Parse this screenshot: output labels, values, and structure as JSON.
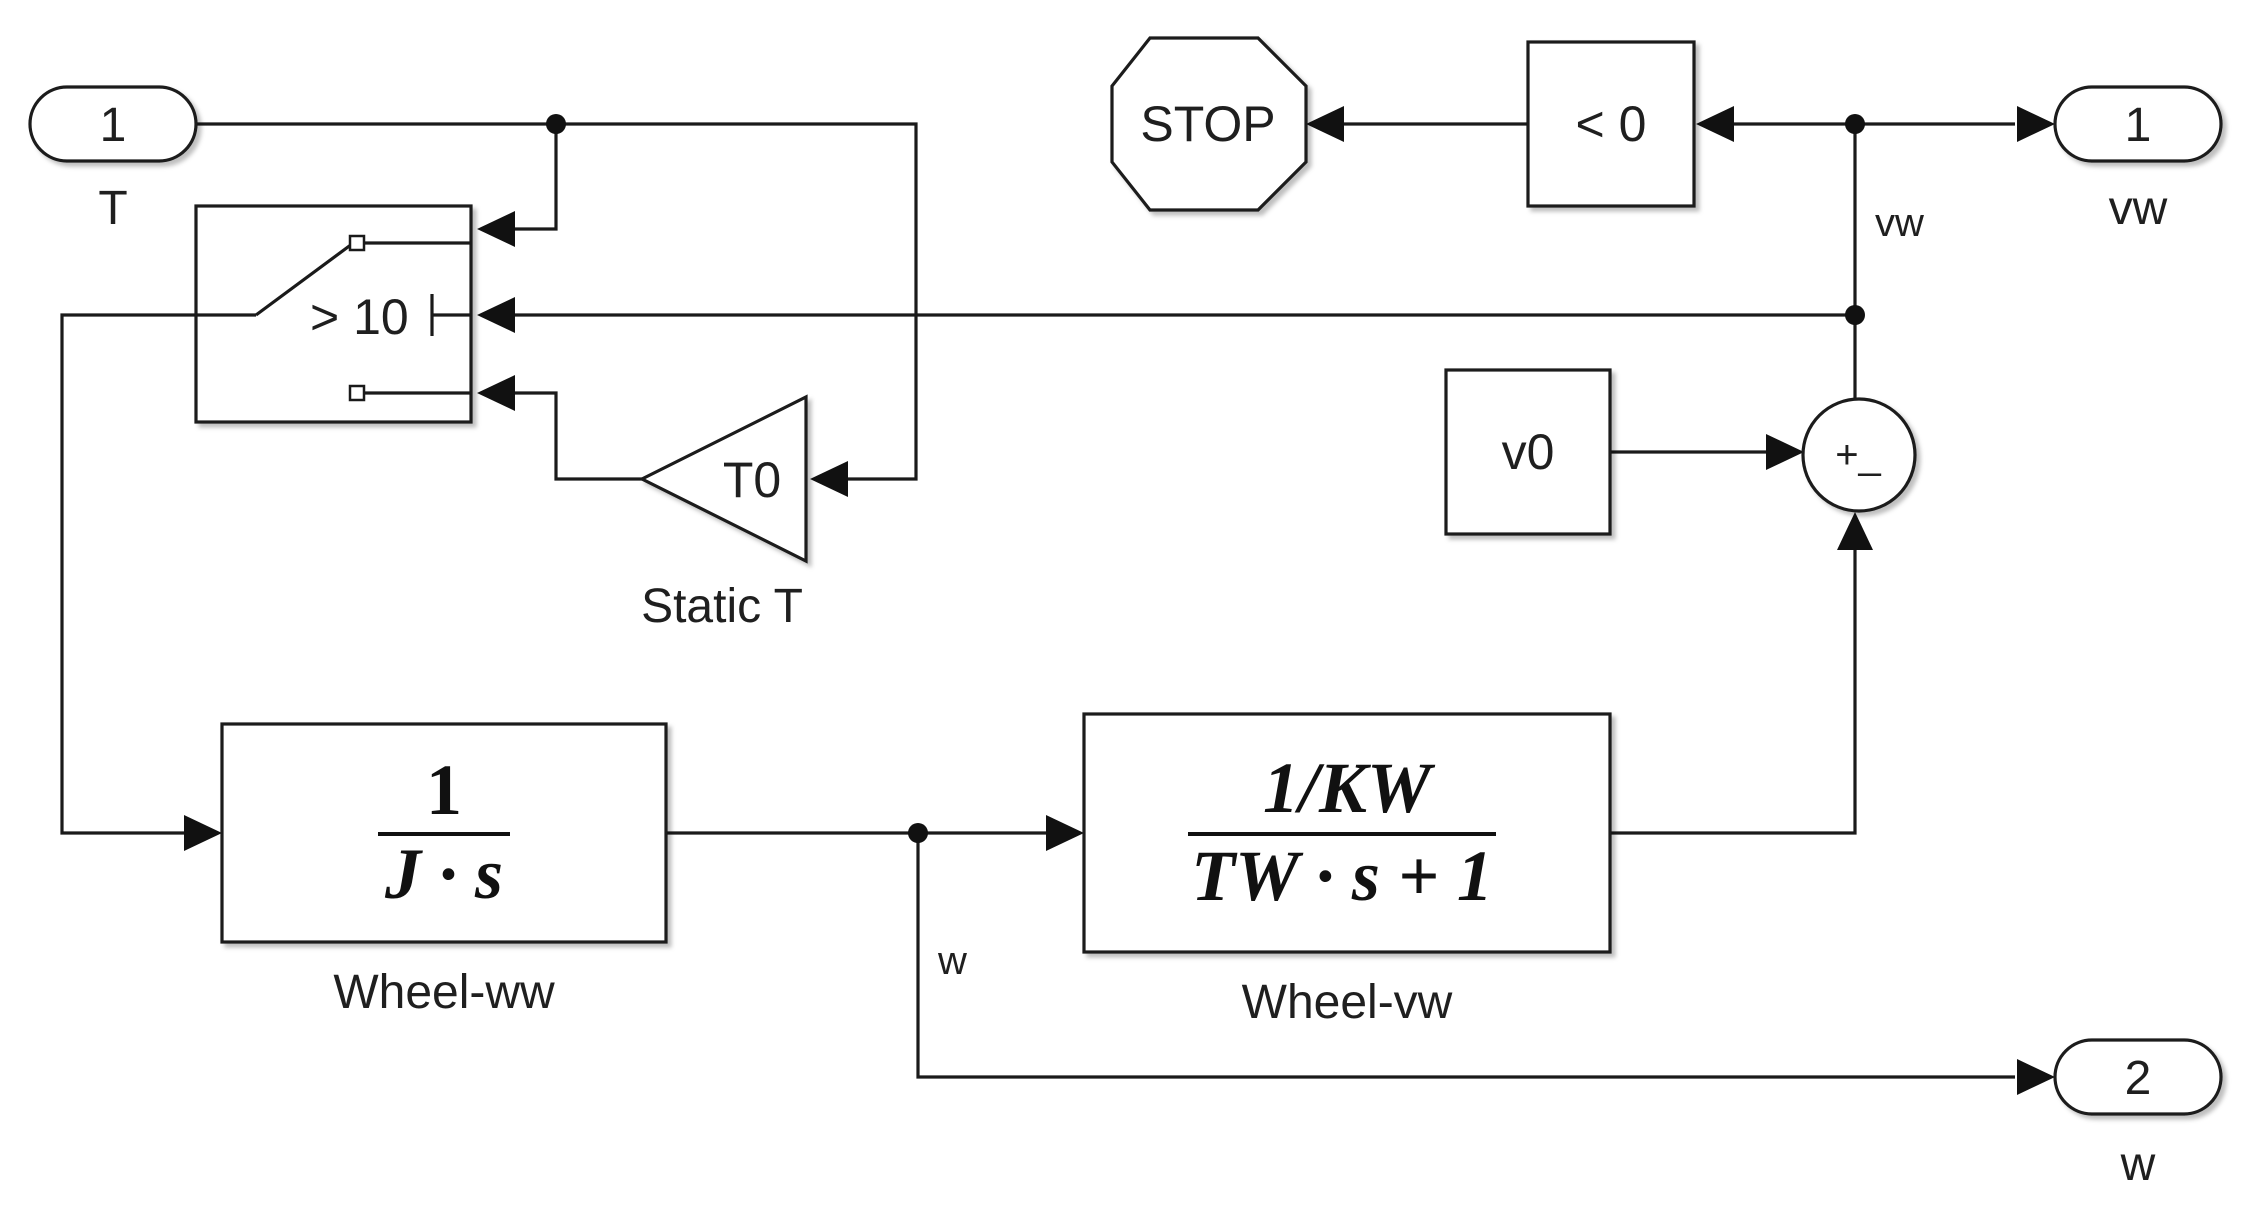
{
  "inports": [
    {
      "number": "1",
      "label": "T"
    }
  ],
  "outports": [
    {
      "number": "1",
      "label": "vw"
    },
    {
      "number": "2",
      "label": "w"
    }
  ],
  "blocks": {
    "switch": {
      "threshold": "> 10"
    },
    "gain": {
      "value": "T0",
      "label": "Static T"
    },
    "stop": {
      "text": "STOP"
    },
    "compare": {
      "text": "< 0"
    },
    "constant": {
      "value": "v0"
    },
    "sum": {
      "signs": "+_"
    },
    "integrator": {
      "numerator": "1",
      "denominator": "J · s",
      "label": "Wheel-ww"
    },
    "transfer": {
      "numerator": "1/KW",
      "denominator": "TW · s + 1",
      "label": "Wheel-vw"
    }
  },
  "signals": {
    "vw": "vw",
    "w": "w"
  }
}
